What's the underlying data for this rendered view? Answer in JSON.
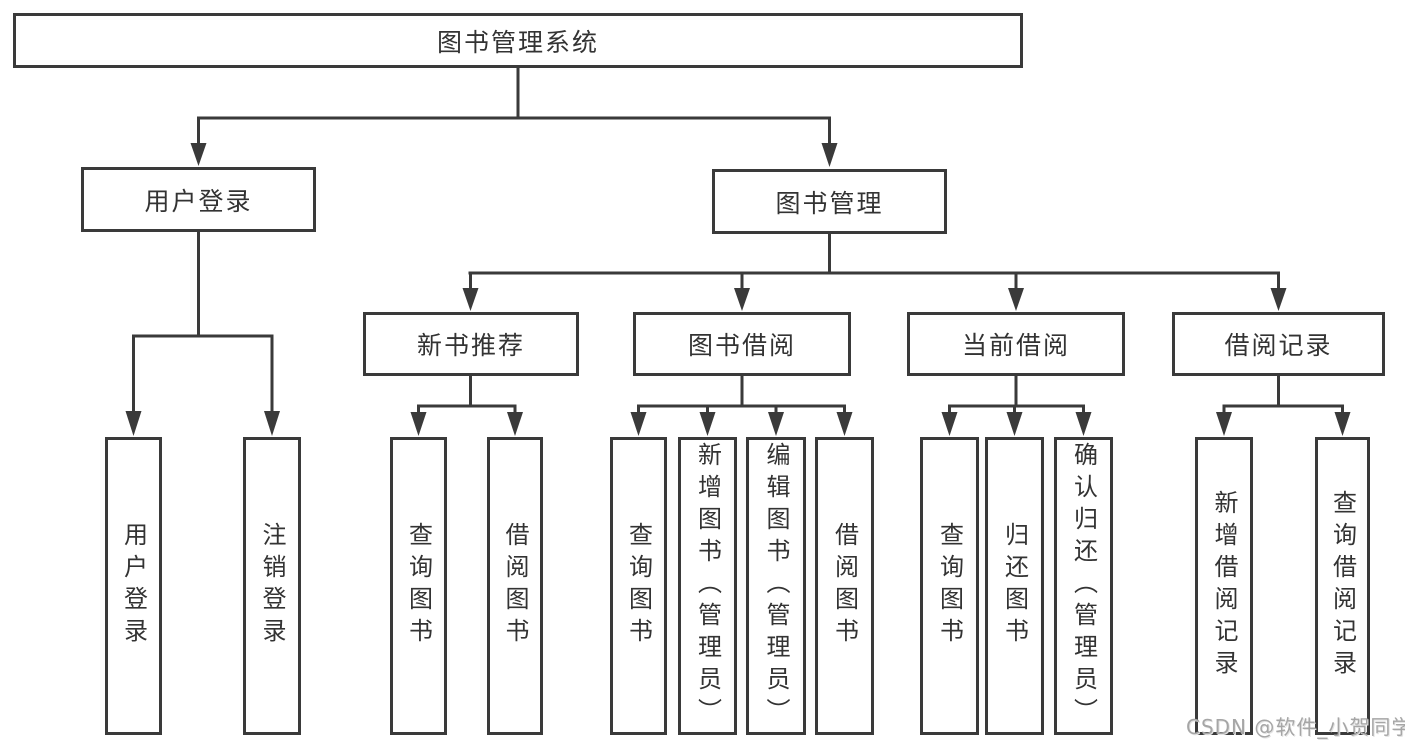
{
  "diagram": {
    "root": {
      "label": "图书管理系统"
    },
    "branches": [
      {
        "label": "用户登录",
        "children": [
          {
            "label": "用户登录"
          },
          {
            "label": "注销登录"
          }
        ]
      },
      {
        "label": "图书管理",
        "groups": [
          {
            "label": "新书推荐",
            "children": [
              {
                "label": "查询图书"
              },
              {
                "label": "借阅图书"
              }
            ]
          },
          {
            "label": "图书借阅",
            "children": [
              {
                "label": "查询图书"
              },
              {
                "label": "新增图书（管理员）"
              },
              {
                "label": "编辑图书（管理员）"
              },
              {
                "label": "借阅图书"
              }
            ]
          },
          {
            "label": "当前借阅",
            "children": [
              {
                "label": "查询图书"
              },
              {
                "label": "归还图书"
              },
              {
                "label": "确认归还（管理员）"
              }
            ]
          },
          {
            "label": "借阅记录",
            "children": [
              {
                "label": "新增借阅记录"
              },
              {
                "label": "查询借阅记录"
              }
            ]
          }
        ]
      }
    ]
  },
  "watermark": "CSDN @软件_小贺同学",
  "colors": {
    "line": "#3a3a3a",
    "text": "#333333",
    "background": "#ffffff",
    "watermark": "#a6a6a6"
  }
}
